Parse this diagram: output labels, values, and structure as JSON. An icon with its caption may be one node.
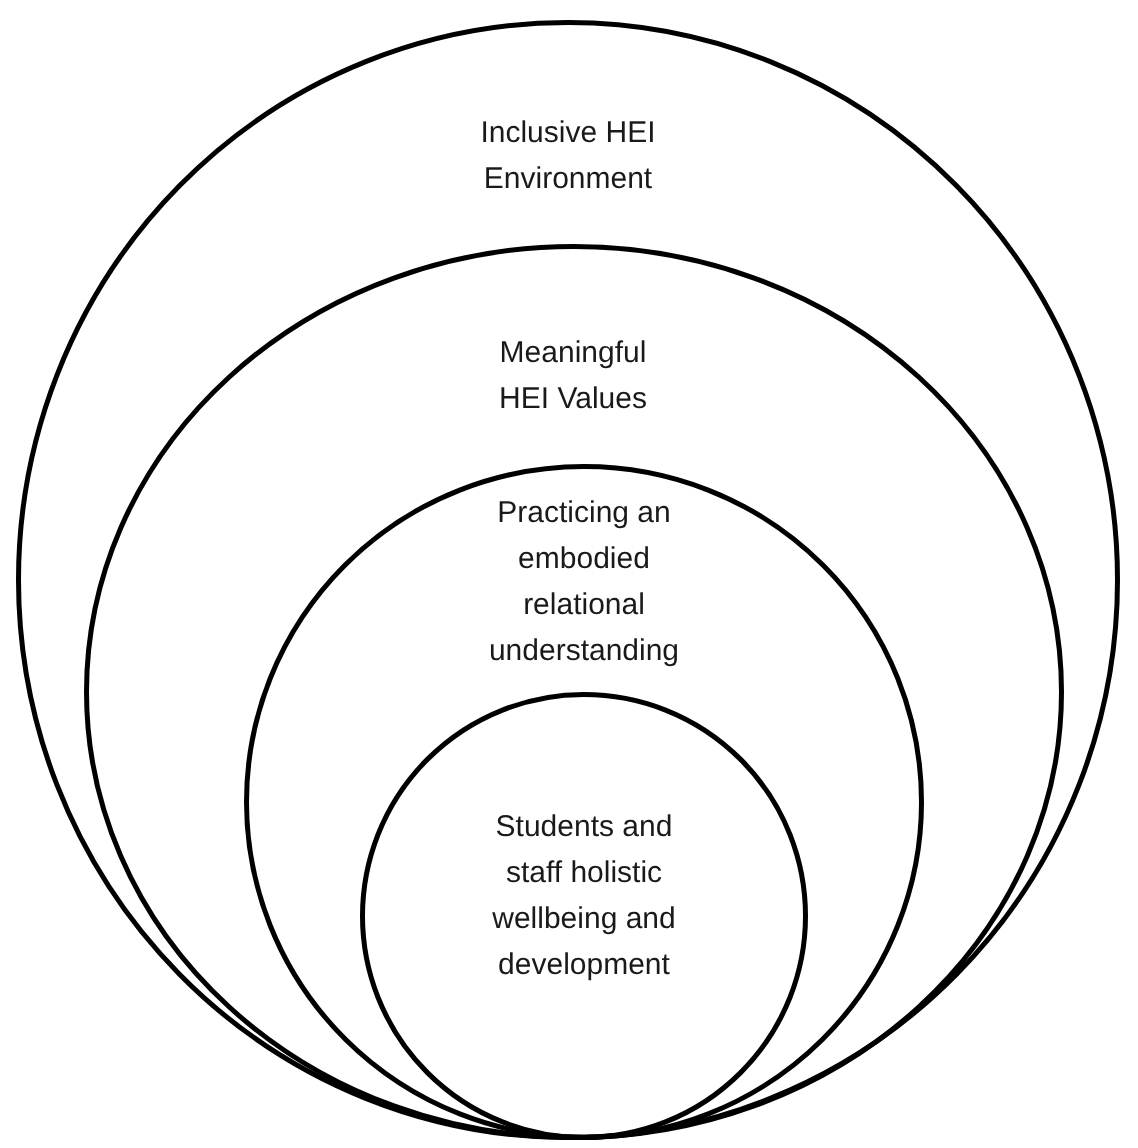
{
  "diagram": {
    "nodes": [
      {
        "text": [
          "Inclusive HEI Environment"
        ]
      },
      {
        "text": [
          "Meaningful HEI Values"
        ],
        "in": 0
      },
      {
        "text": [
          "Practicing an embodied relational understanding"
        ],
        "in": 1
      },
      {
        "text": [
          "Students and staff holistic wellbeing and development"
        ],
        "in": 2
      }
    ]
  }
}
